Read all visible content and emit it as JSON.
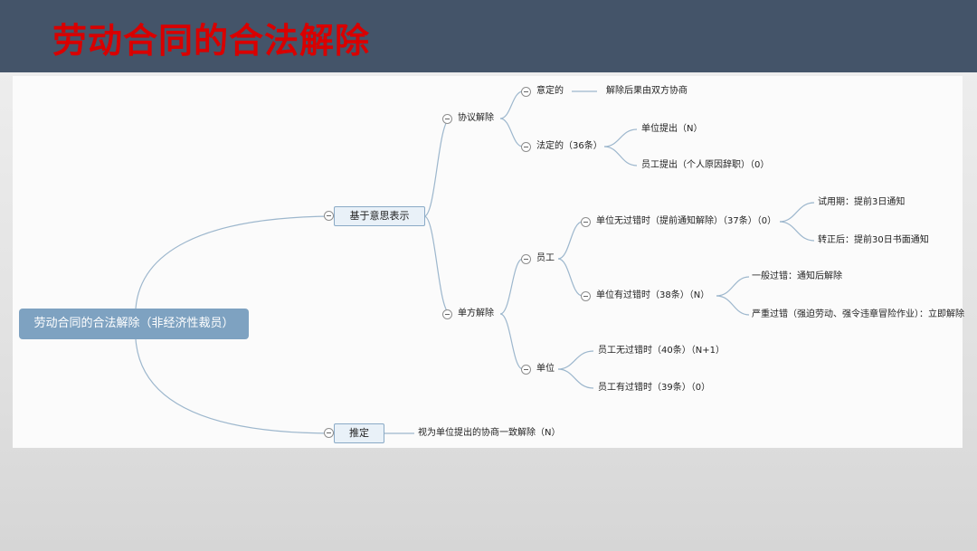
{
  "slide": {
    "title": "劳动合同的合法解除"
  },
  "mindmap": {
    "root": "劳动合同的合法解除（非经济性裁员）",
    "consensus": {
      "label": "基于意思表示",
      "agreement": {
        "label": "协议解除",
        "agreed": {
          "label": "意定的",
          "result": "解除后果由双方协商"
        },
        "statutory": {
          "label": "法定的（36条）",
          "employer": "单位提出（N）",
          "employee": "员工提出（个人原因辞职）（0）"
        }
      },
      "unilateral": {
        "label": "单方解除",
        "by_employee": {
          "label": "员工",
          "no_fault": {
            "label": "单位无过错时（提前通知解除）（37条）（0）",
            "probation": "试用期：提前3日通知",
            "regular": "转正后：提前30日书面通知"
          },
          "fault": {
            "label": "单位有过错时（38条）（N）",
            "general": "一般过错：通知后解除",
            "serious": "严重过错（强迫劳动、强令违章冒险作业）：立即解除"
          }
        },
        "by_employer": {
          "label": "单位",
          "no_fault": "员工无过错时（40条）（N+1）",
          "fault": "员工有过错时（39条）（0）"
        }
      }
    },
    "presumed": {
      "label": "推定",
      "result": "视为单位提出的协商一致解除（N）"
    }
  }
}
